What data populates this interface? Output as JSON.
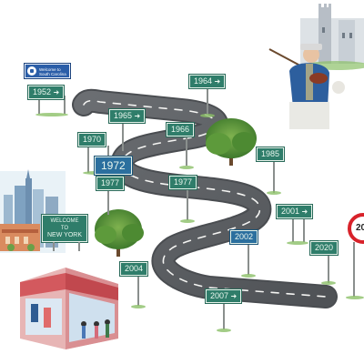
{
  "signs": {
    "y1952": "1952",
    "y1964": "1964",
    "y1965": "1965",
    "y1966": "1966",
    "y1970": "1970",
    "y1972": "1972",
    "y1977a": "1977",
    "y1977b": "1977",
    "y1985": "1985",
    "y2001": "2001",
    "y2002": "2002",
    "y2004": "2004",
    "y2007": "2007",
    "y2020": "2020"
  },
  "welcome_sign": {
    "line1": "WELCOME",
    "line2": "TO",
    "line3": "NEW YORK"
  },
  "sc_sign": {
    "line1": "Welcome to",
    "line2": "South Carolina"
  },
  "speed_sign": "20",
  "colors": {
    "road": "#5f6265",
    "sign_green": "#2f7d6a",
    "sign_blue": "#2b6f9e",
    "speed_red": "#d8222a"
  }
}
